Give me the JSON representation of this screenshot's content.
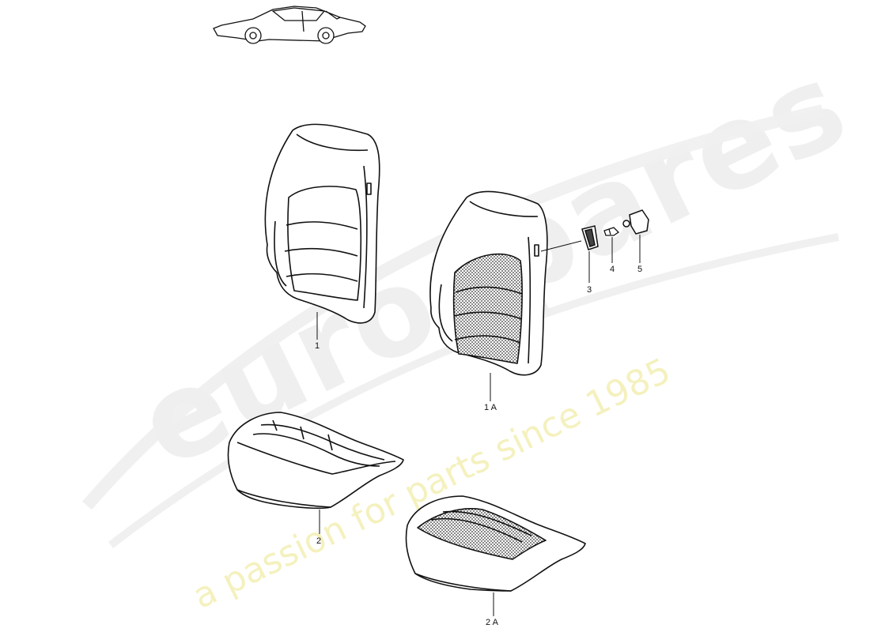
{
  "watermark": {
    "brand": "eurospares",
    "tagline": "a passion for parts since 1985"
  },
  "parts": [
    {
      "id": "1",
      "label": "1"
    },
    {
      "id": "1a",
      "label": "1 A"
    },
    {
      "id": "2",
      "label": "2"
    },
    {
      "id": "2a",
      "label": "2 A"
    },
    {
      "id": "3",
      "label": "3"
    },
    {
      "id": "4",
      "label": "4"
    },
    {
      "id": "5",
      "label": "5"
    }
  ]
}
